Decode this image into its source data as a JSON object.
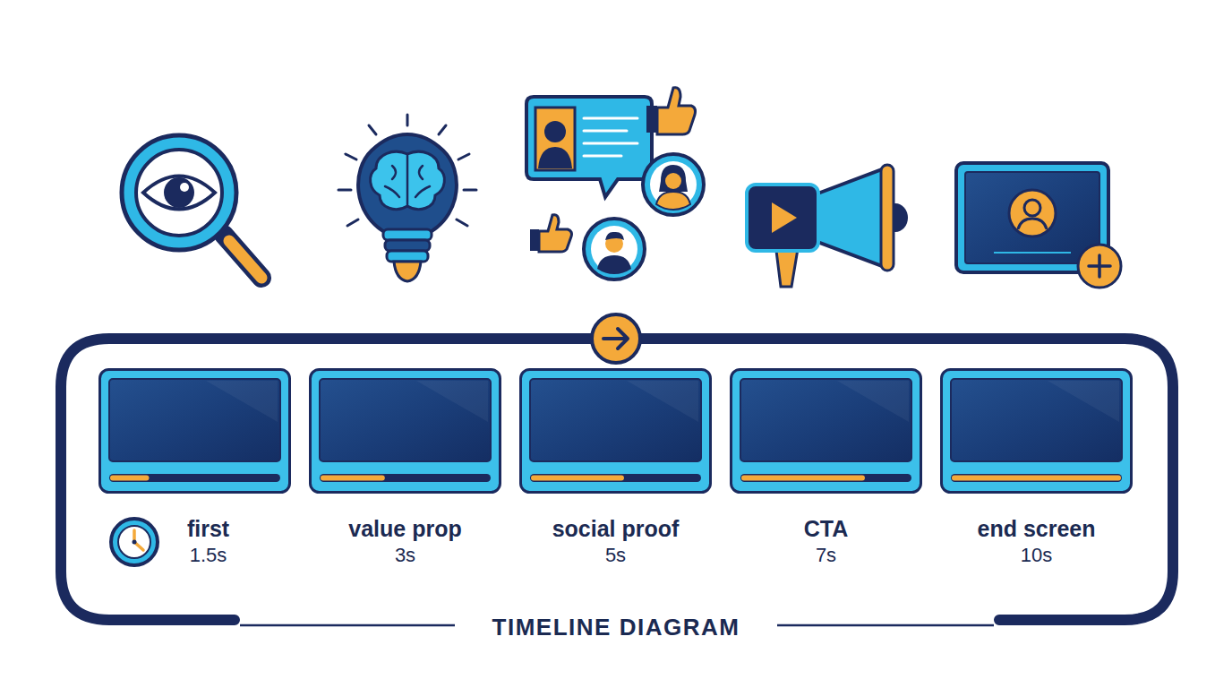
{
  "diagram": {
    "title": "TIMELINE DIAGRAM",
    "nodes": [
      {
        "text": [
          "first",
          "1.5s"
        ]
      },
      {
        "text": [
          "value prop",
          "3s"
        ]
      },
      {
        "text": [
          "social proof",
          "5s"
        ]
      },
      {
        "text": [
          "CTA",
          "7s"
        ]
      },
      {
        "text": [
          "end screen",
          "10s"
        ]
      }
    ]
  }
}
